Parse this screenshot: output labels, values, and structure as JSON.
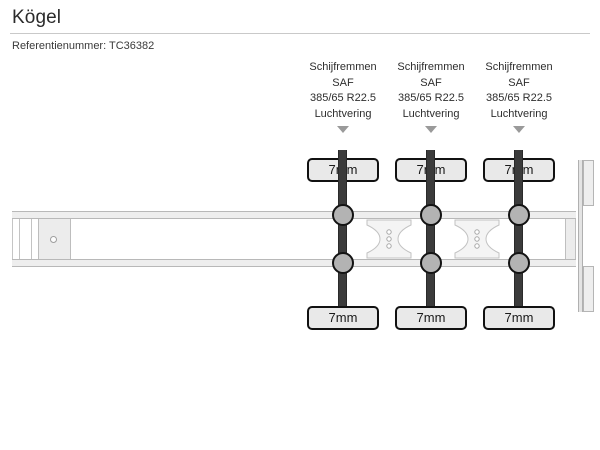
{
  "header": {
    "brand": "Kögel",
    "reference": "Referentienummer: TC36382"
  },
  "diagram": {
    "view_label": "trailer-side-view",
    "axles": [
      {
        "brake_type": "Schijfremmen",
        "make": "SAF",
        "tire_size": "385/65 R22.5",
        "suspension": "Luchtvering",
        "tread_top": "7mm",
        "tread_bottom": "7mm",
        "marker": "▼"
      },
      {
        "brake_type": "Schijfremmen",
        "make": "SAF",
        "tire_size": "385/65 R22.5",
        "suspension": "Luchtvering",
        "tread_top": "7mm",
        "tread_bottom": "7mm",
        "marker": "▼"
      },
      {
        "brake_type": "Schijfremmen",
        "make": "SAF",
        "tire_size": "385/65 R22.5",
        "suspension": "Luchtvering",
        "tread_top": "7mm",
        "tread_bottom": "7mm",
        "marker": "▼"
      }
    ]
  },
  "colors": {
    "page_background": "#ffffff",
    "text_primary": "#2b2b2b",
    "text_secondary": "#3a3a3a",
    "rule": "#c9c9c9",
    "badge_fill": "#e9e9e9",
    "badge_border": "#111111",
    "axle_bar": "#3b3b3b",
    "hub_fill": "#b3b3b3",
    "chassis_fill": "#eeeeee",
    "chassis_stroke": "#b8b8b8",
    "arrow": "#9a9a9a"
  }
}
